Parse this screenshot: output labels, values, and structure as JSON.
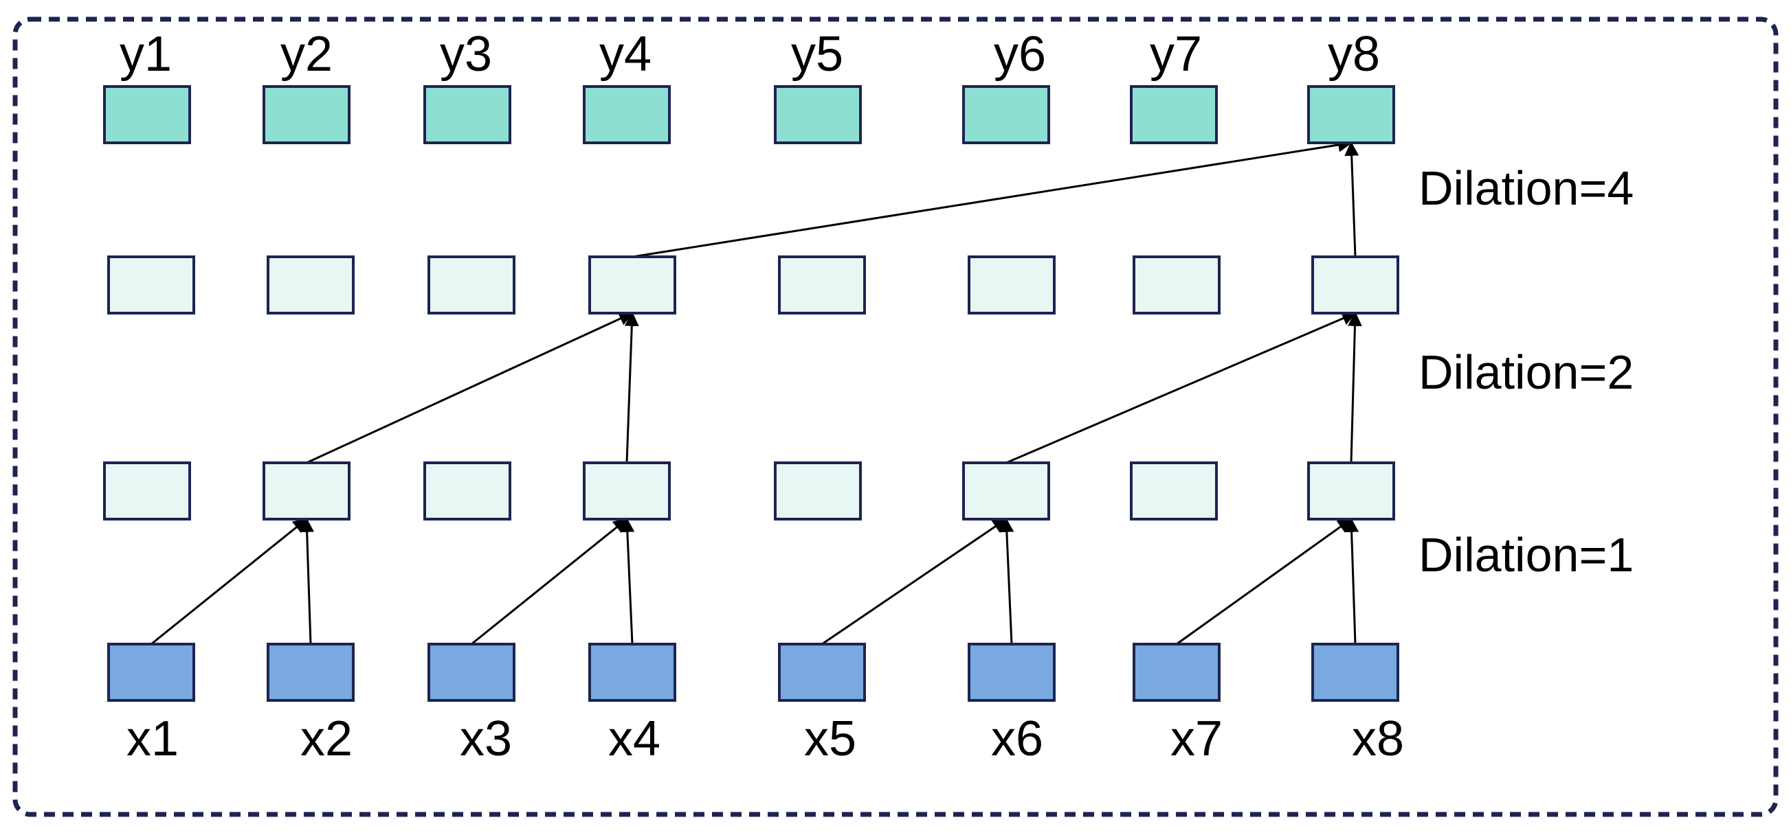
{
  "diagram": {
    "outputs": [
      "y1",
      "y2",
      "y3",
      "y4",
      "y5",
      "y6",
      "y7",
      "y8"
    ],
    "inputs": [
      "x1",
      "x2",
      "x3",
      "x4",
      "x5",
      "x6",
      "x7",
      "x8"
    ],
    "dilation_labels": [
      "Dilation=4",
      "Dilation=2",
      "Dilation=1"
    ],
    "colors": {
      "output_fill": "#8ddfd2",
      "hidden_fill": "#e8f6f4",
      "input_fill": "#7aa8e0",
      "box_stroke": "#1d2450",
      "frame_stroke": "#1d2450",
      "arrow": "#000000"
    },
    "connections": [
      {
        "from_layer": "input",
        "from": 1,
        "to_layer": "hidden1",
        "to": 2
      },
      {
        "from_layer": "input",
        "from": 2,
        "to_layer": "hidden1",
        "to": 2
      },
      {
        "from_layer": "input",
        "from": 3,
        "to_layer": "hidden1",
        "to": 4
      },
      {
        "from_layer": "input",
        "from": 4,
        "to_layer": "hidden1",
        "to": 4
      },
      {
        "from_layer": "input",
        "from": 5,
        "to_layer": "hidden1",
        "to": 6
      },
      {
        "from_layer": "input",
        "from": 6,
        "to_layer": "hidden1",
        "to": 6
      },
      {
        "from_layer": "input",
        "from": 7,
        "to_layer": "hidden1",
        "to": 8
      },
      {
        "from_layer": "input",
        "from": 8,
        "to_layer": "hidden1",
        "to": 8
      },
      {
        "from_layer": "hidden1",
        "from": 2,
        "to_layer": "hidden2",
        "to": 4
      },
      {
        "from_layer": "hidden1",
        "from": 4,
        "to_layer": "hidden2",
        "to": 4
      },
      {
        "from_layer": "hidden1",
        "from": 6,
        "to_layer": "hidden2",
        "to": 8
      },
      {
        "from_layer": "hidden1",
        "from": 8,
        "to_layer": "hidden2",
        "to": 8
      },
      {
        "from_layer": "hidden2",
        "from": 4,
        "to_layer": "output",
        "to": 8
      },
      {
        "from_layer": "hidden2",
        "from": 8,
        "to_layer": "output",
        "to": 8
      }
    ]
  }
}
